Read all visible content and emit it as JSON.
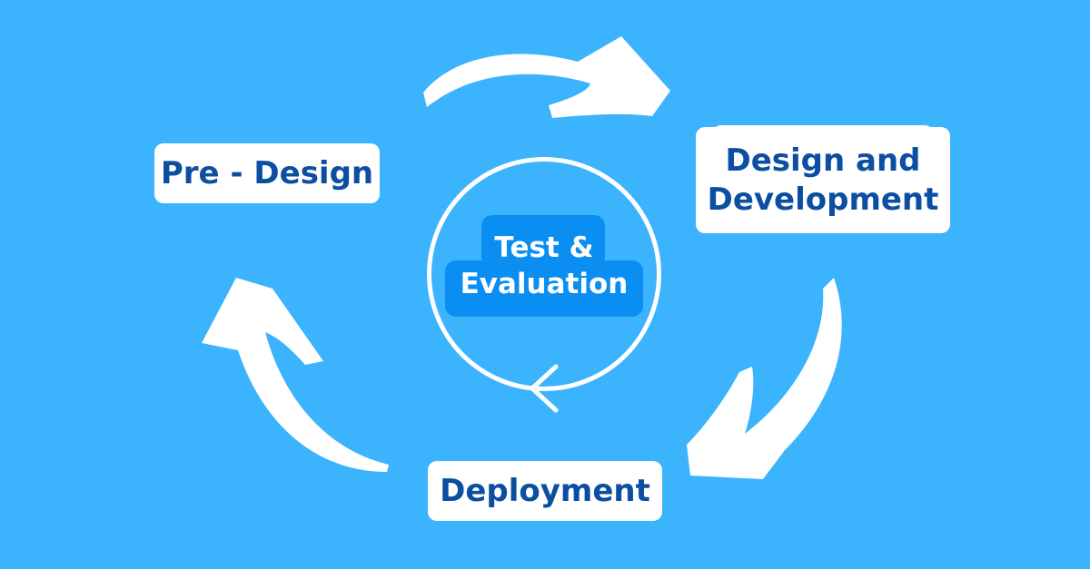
{
  "diagram": {
    "type": "cycle",
    "background_color": "#3cb3fd",
    "label_text_color": "#0b4ea2",
    "label_background_color": "#ffffff",
    "center_badge_color": "#0b8ef2",
    "arrow_color": "#ffffff",
    "stages": {
      "pre_design": "Pre - Design",
      "design_dev_line1": "Design and",
      "design_dev_line2": "Development",
      "deployment": "Deployment"
    },
    "center": {
      "line1": "Test &",
      "line2": "Evaluation",
      "icon": "cycle-ring-arrow-icon"
    },
    "arrows": [
      "arrow-pre-design-to-design-dev",
      "arrow-design-dev-to-deployment",
      "arrow-deployment-to-pre-design"
    ]
  }
}
